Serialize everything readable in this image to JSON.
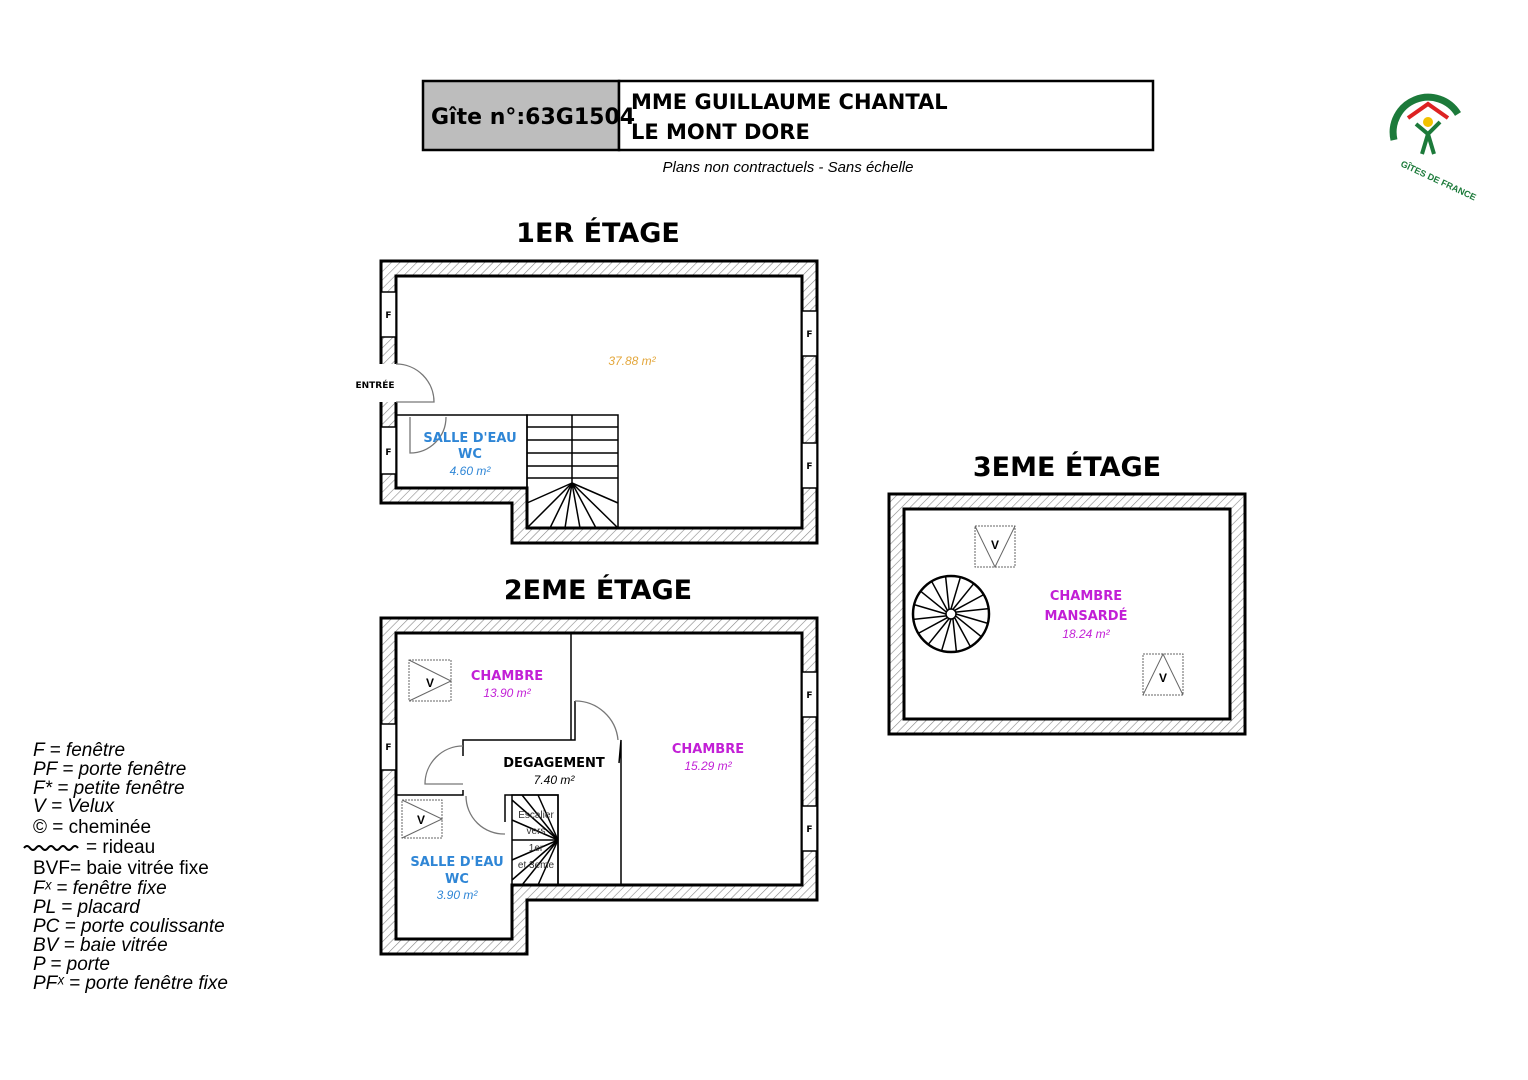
{
  "header": {
    "gite_number": "Gîte n°:63G1504",
    "owner": "MME GUILLAUME CHANTAL",
    "location": "LE MONT DORE",
    "disclaimer": "Plans non contractuels - Sans échelle",
    "logo_text": "GÎTES DE FRANCE"
  },
  "colors": {
    "header_gray": "#bdbdbd",
    "blue": "#2f86d6",
    "purple": "#c21fd6",
    "orange": "#e3a63a"
  },
  "floor1": {
    "title": "1ER ÉTAGE",
    "entry_label": "ENTRÉE",
    "window_label": "F",
    "main_area": "37.88 m²",
    "bathroom": {
      "name": "SALLE D'EAU",
      "sub": "WC",
      "area": "4.60 m²"
    }
  },
  "floor2": {
    "title": "2EME ÉTAGE",
    "window_label": "F",
    "velux_label": "V",
    "bedroom1": {
      "name": "CHAMBRE",
      "area": "13.90 m²"
    },
    "hall": {
      "name": "DEGAGEMENT",
      "area": "7.40 m²"
    },
    "bedroom2": {
      "name": "CHAMBRE",
      "area": "15.29 m²"
    },
    "bathroom": {
      "name": "SALLE D'EAU",
      "sub": "WC",
      "area": "3.90 m²"
    },
    "stairs_note": [
      "Escalier",
      "vers",
      "1er",
      "et 3eme"
    ]
  },
  "floor3": {
    "title": "3EME ÉTAGE",
    "velux_label": "V",
    "bedroom": {
      "name": "CHAMBRE",
      "sub": "MANSARDÉ",
      "area": "18.24 m²"
    }
  },
  "legend": [
    "F = fenêtre",
    "PF = porte fenêtre",
    "F* = petite fenêtre",
    "V = Velux",
    "© = cheminée",
    "= rideau",
    "BVF= baie vitrée fixe",
    "Fˣ = fenêtre fixe",
    "PL = placard",
    "PC = porte coulissante",
    "BV = baie vitrée",
    "P = porte",
    "PFˣ = porte fenêtre fixe"
  ]
}
